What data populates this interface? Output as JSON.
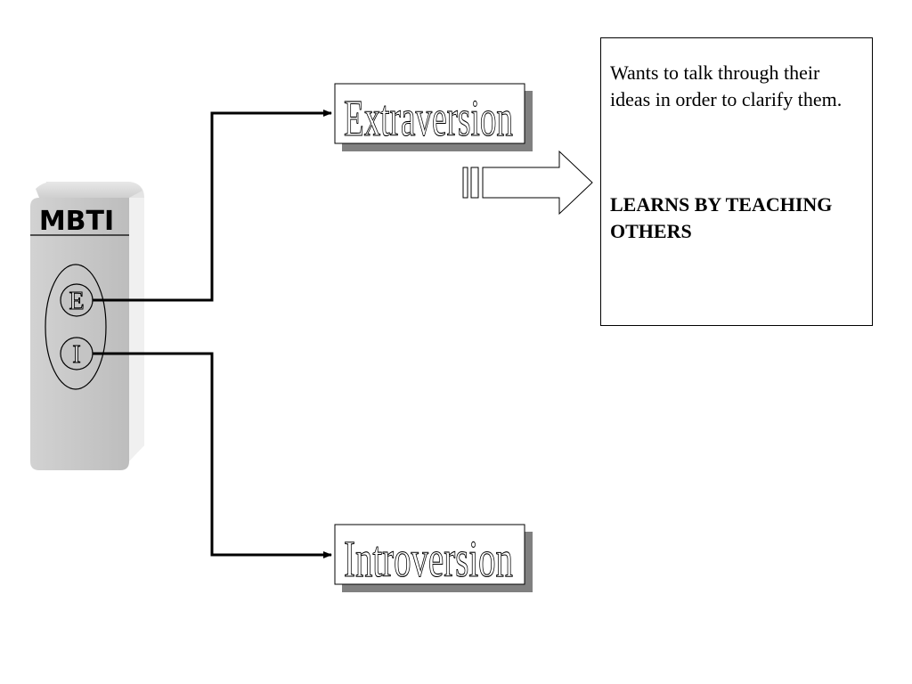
{
  "device": {
    "title": "MBTI",
    "buttons": [
      {
        "letter": "E"
      },
      {
        "letter": "I"
      }
    ]
  },
  "labels": {
    "extraversion": "Extraversion",
    "introversion": "Introversion"
  },
  "description": {
    "text": "Wants to talk through their ideas in order to clarify them.",
    "emphasis": "LEARNS BY TEACHING OTHERS"
  },
  "colors": {
    "device_face": "#c8c8c8",
    "device_side": "#e6e6e6",
    "shadow": "#808080",
    "stroke": "#000000"
  }
}
